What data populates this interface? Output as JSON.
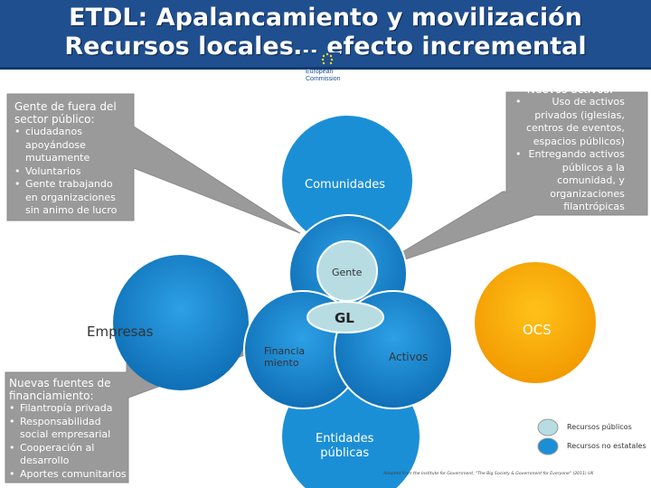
{
  "title": {
    "line1": "ETDL: Apalancamiento y movilización",
    "line2": "Recursos locales… efecto incremental"
  },
  "logo": {
    "line1": "European",
    "line2": "Commission"
  },
  "callout_left": {
    "heading_line1": "Gente de fuera del",
    "heading_line2": "sector público:",
    "items": [
      {
        "line1": "ciudadanos",
        "line2": "apoyándose",
        "line3": "mutuamente"
      },
      {
        "line1": "Voluntarios"
      },
      {
        "line1": "Gente trabajando",
        "line2": "en organizaciones",
        "line3": "sin animo de lucro"
      }
    ]
  },
  "callout_right": {
    "heading": "Nuevos activos:",
    "items": [
      {
        "line1": "Uso de activos",
        "line2": "privados (iglesias,",
        "line3": "centros de eventos,",
        "line4": "espacios públicos)"
      },
      {
        "line1": "Entregando activos",
        "line2": "públicos a la",
        "line3": "comunidad, y",
        "line4": "organizaciones",
        "line5": "filantrópicas"
      }
    ]
  },
  "callout_bottom": {
    "heading_line1": "Nuevas fuentes de",
    "heading_line2": "financiamiento:",
    "items": [
      {
        "line1": "Filantropía privada"
      },
      {
        "line1": "Responsabilidad",
        "line2": "social empresarial"
      },
      {
        "line1": "Cooperación al",
        "line2": "desarrollo"
      },
      {
        "line1": "Aportes comunitarios"
      }
    ]
  },
  "nodes": {
    "comunidades": "Comunidades",
    "gente": "Gente",
    "gl": "GL",
    "empresas": "Empresas",
    "ocs": "OCS",
    "financiamiento_line1": "Financia",
    "financiamiento_line2": "miento",
    "activos": "Activos",
    "entidades_line1": "Entidades",
    "entidades_line2": "públicas"
  },
  "legend": {
    "items": [
      {
        "label": "Recursos públicos",
        "color": "#b7dde3"
      },
      {
        "label": "Recursos no estatales",
        "color": "#1b8fd6"
      }
    ]
  },
  "source": "Adapted from the Institute for Government, \"The Big Society & Government for Everyone\" (2011) UK",
  "colors": {
    "title_bar": "#1f4f8f",
    "blue_circle": "#1b8fd6",
    "dark_blue_circle": "#0e6fb8",
    "light_circle": "#b7dde3",
    "orange_circle": "#f5a800",
    "callout": "#9a9a9a"
  }
}
